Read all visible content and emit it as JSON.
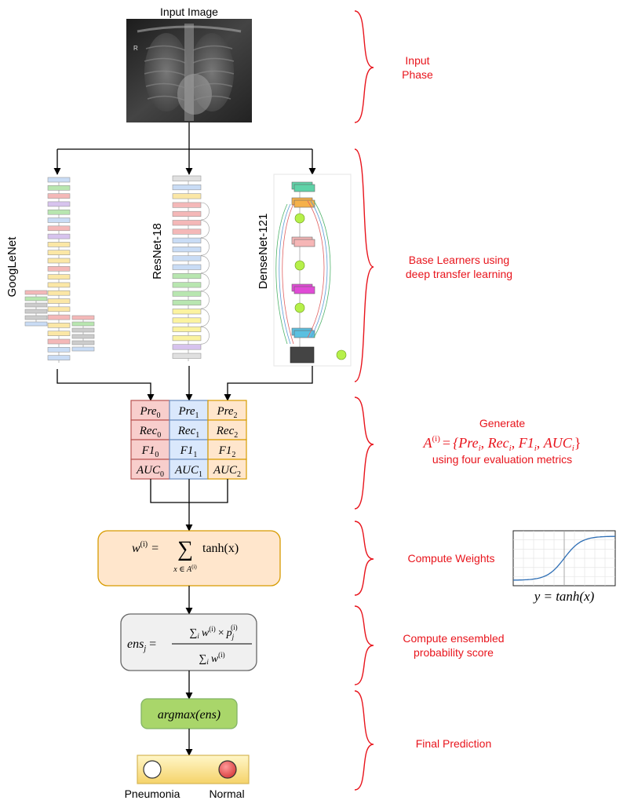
{
  "input": {
    "title": "Input Image",
    "xray_marker": "R"
  },
  "models": [
    {
      "name": "GoogLeNet"
    },
    {
      "name": "ResNet-18"
    },
    {
      "name": "DenseNet-121"
    }
  ],
  "metrics_table": {
    "columns": [
      {
        "rows": [
          {
            "base": "Pre",
            "sub": "0"
          },
          {
            "base": "Rec",
            "sub": "0"
          },
          {
            "base": "F1",
            "sub": "0"
          },
          {
            "base": "AUC",
            "sub": "0"
          }
        ]
      },
      {
        "rows": [
          {
            "base": "Pre",
            "sub": "1"
          },
          {
            "base": "Rec",
            "sub": "1"
          },
          {
            "base": "F1",
            "sub": "1"
          },
          {
            "base": "AUC",
            "sub": "1"
          }
        ]
      },
      {
        "rows": [
          {
            "base": "Pre",
            "sub": "2"
          },
          {
            "base": "Rec",
            "sub": "2"
          },
          {
            "base": "F1",
            "sub": "2"
          },
          {
            "base": "AUC",
            "sub": "2"
          }
        ]
      }
    ]
  },
  "formulas": {
    "weight": {
      "lhs": "w",
      "sup": "(i)",
      "eq": "=",
      "sum_sign": "∑",
      "under": "x ∈ A",
      "under_sup": "(i)",
      "rhs": "tanh(x)"
    },
    "ensemble": {
      "lhs": "ens",
      "lhs_sub": "j",
      "eq": "=",
      "num": "∑",
      "num_sub": "i",
      "num_w": "w",
      "num_sup": "(i)",
      "times": "×",
      "num_p": "p",
      "num_p_sub": "j",
      "num_p_sup": "(i)",
      "den": "∑",
      "den_sub": "i",
      "den_w": "w",
      "den_sup": "(i)"
    },
    "argmax": "argmax(ens)"
  },
  "phases": [
    {
      "lines": [
        "Input",
        "Phase"
      ]
    },
    {
      "lines": [
        "Base Learners using",
        "deep transfer learning"
      ]
    },
    {
      "lines": [
        "Generate"
      ],
      "math": {
        "a": "A",
        "a_sup": "(i)",
        "eq": "=",
        "set": "{Pre",
        "i": "i",
        "rec": "Rec",
        "f1": "F1",
        "auc": "AUC",
        "close": "}"
      },
      "tail": "using four evaluation metrics"
    },
    {
      "lines": [
        "Compute Weights"
      ]
    },
    {
      "lines": [
        "Compute ensembled",
        "probability score"
      ]
    },
    {
      "lines": [
        "Final Prediction"
      ]
    }
  ],
  "tanh_plot": {
    "caption": "y = tanh(x)"
  },
  "output": {
    "classes": [
      "Pneumonia",
      "Normal"
    ]
  },
  "colors": {
    "red": "#e8141c",
    "pink_fill": "#f8cecc",
    "pink_stroke": "#b85450",
    "blue_fill": "#dae8fc",
    "blue_stroke": "#6c8ebf",
    "orange_fill": "#ffe6cc",
    "orange_stroke": "#d79b00",
    "gray_fill": "#f0f0f0",
    "green_fill": "#a9d66a",
    "green_stroke": "#82b366",
    "yellow_fill": "#fff2b3",
    "yellow_stroke": "#d6b656"
  }
}
